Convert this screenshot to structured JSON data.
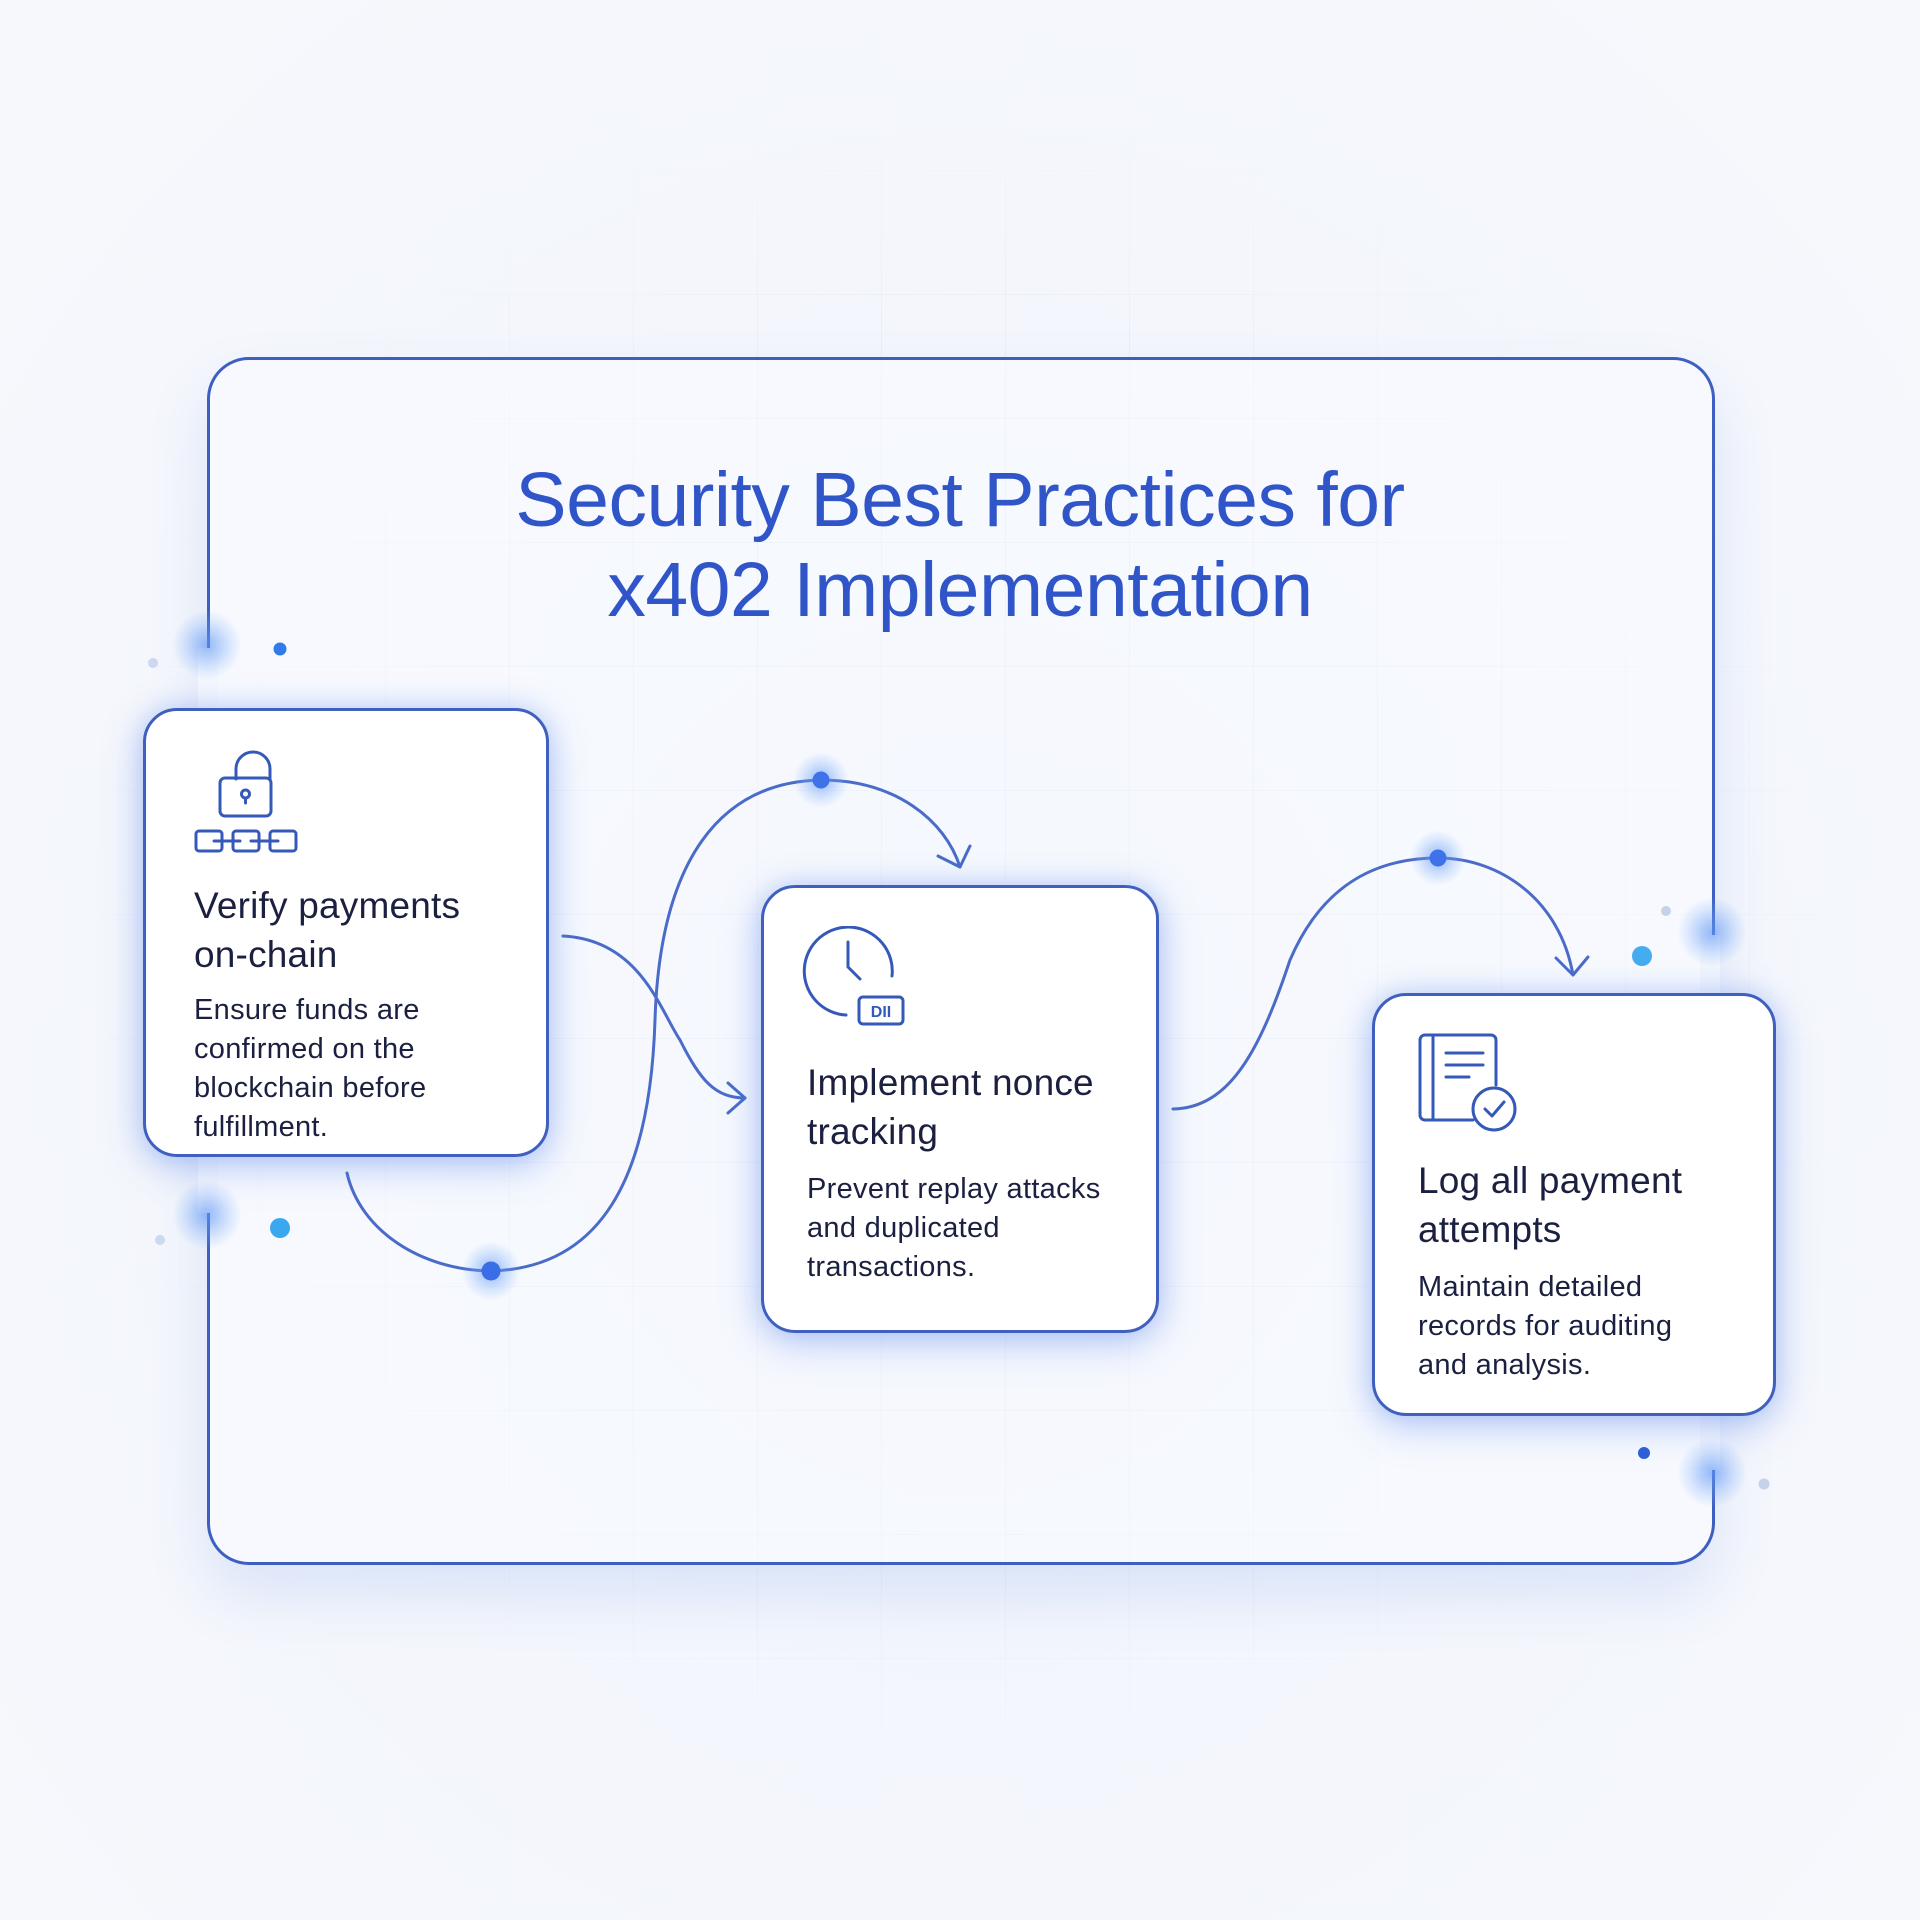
{
  "title": {
    "line1": "Security Best Practices for",
    "line2": "x402 Implementation"
  },
  "cards": [
    {
      "icon": "lock-chain-icon",
      "heading_lines": [
        "Verify payments",
        "on-chain"
      ],
      "body_lines": [
        "Ensure funds are",
        "confirmed on the",
        "blockchain before",
        "fulfillment."
      ]
    },
    {
      "icon": "clock-nonce-icon",
      "icon_badge_text": "DII",
      "heading_lines": [
        "Implement nonce",
        "tracking"
      ],
      "body_lines": [
        "Prevent replay attacks",
        "and duplicated",
        "transactions."
      ]
    },
    {
      "icon": "log-document-check-icon",
      "heading_lines": [
        "Log all payment",
        "attempts"
      ],
      "body_lines": [
        "Maintain detailed",
        "records for auditing",
        "and analysis."
      ]
    }
  ],
  "colors": {
    "title": "#2f55c9",
    "frame_stroke": "#3d5fc2",
    "card_stroke": "#3f60bf",
    "text_dark": "#1b2040",
    "icon_stroke": "#3559b8",
    "connector": "#4a6cc8",
    "node_dot": "#3d72e8",
    "accent_cyan": "#3aa8ee",
    "accent_pale": "#c5d3ea",
    "accent_dark_dot": "#2f5fd6"
  }
}
